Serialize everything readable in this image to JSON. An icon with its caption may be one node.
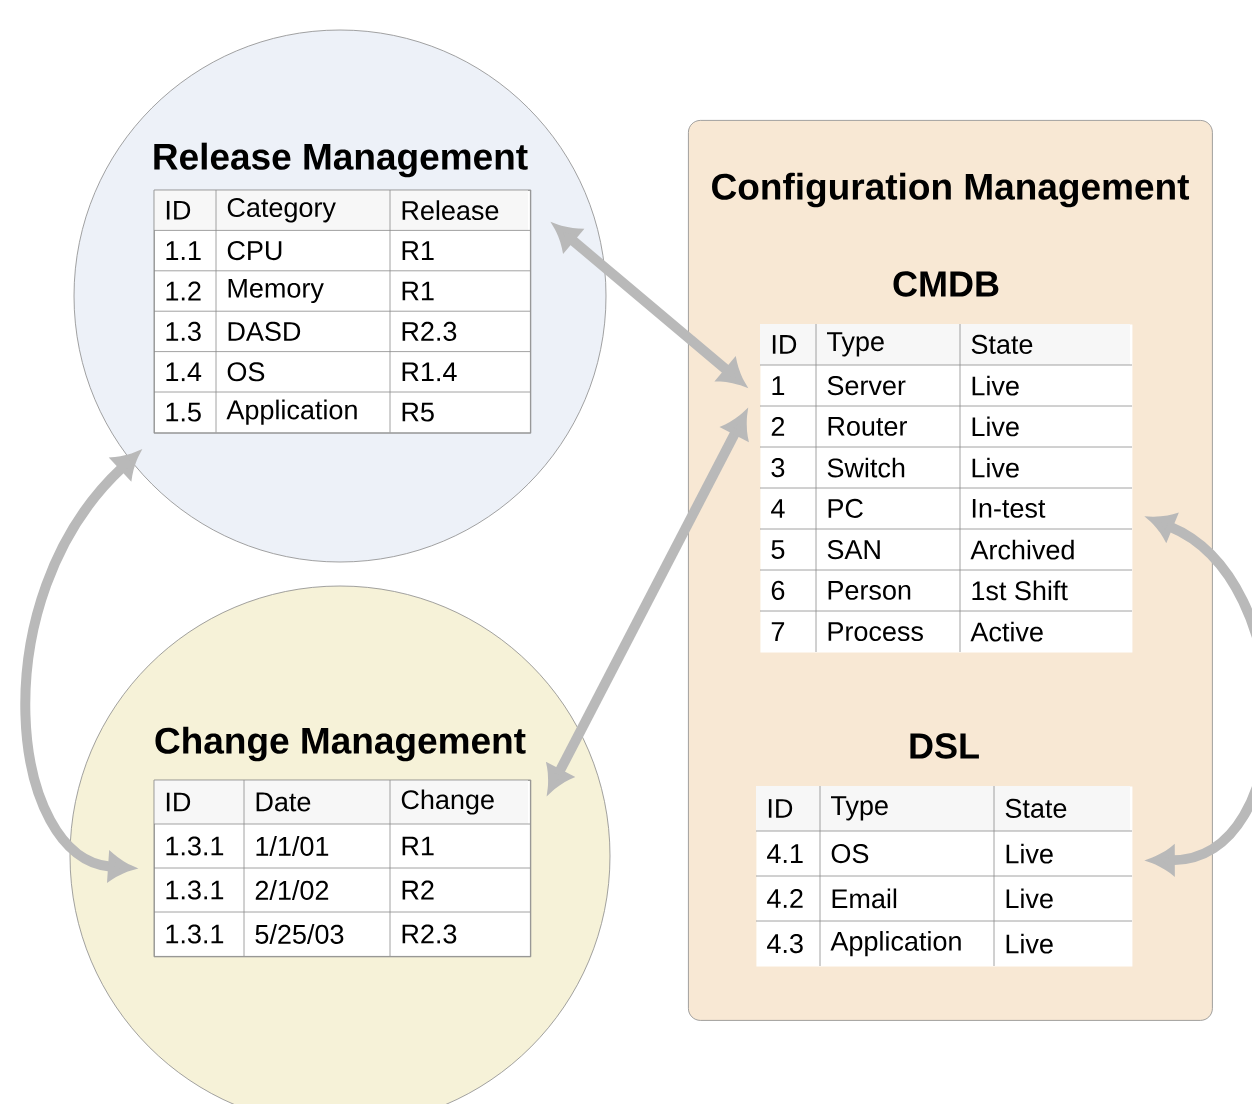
{
  "diagram": {
    "nodes": [
      {
        "text": [
          "Release Management"
        ]
      },
      {
        "text": [],
        "shape": "box",
        "in": 0
      },
      {
        "text": [
          "Change Management"
        ]
      },
      {
        "text": [],
        "shape": "box",
        "in": 2
      },
      {
        "text": [
          "Configuration Management"
        ]
      },
      {
        "text": [
          "CMDB"
        ],
        "in": 4
      },
      {
        "text": [
          "DSL"
        ],
        "in": 4
      }
    ],
    "edges": [
      {
        "from": 1,
        "to": 5,
        "arrow": "both"
      },
      {
        "from": 3,
        "to": 5,
        "arrow": "both"
      },
      {
        "from": 1,
        "to": 3,
        "arrow": "both"
      },
      {
        "from": 5,
        "to": 6,
        "arrow": "both"
      }
    ],
    "labels": [
      "ID",
      "Category",
      "Release",
      "1.1",
      "CPU",
      "R1",
      "1.2",
      "Memory",
      "R1",
      "1.3",
      "DASD",
      "R2.3",
      "1.4",
      "OS",
      "R1.4",
      "1.5",
      "Application",
      "R5",
      "ID",
      "Date",
      "Change",
      "1.3.1",
      "1/1/01",
      "R1",
      "1.3.1",
      "2/1/02",
      "R2",
      "1.3.1",
      "5/25/03",
      "R2.3",
      "ID",
      "Type",
      "State",
      "1",
      "Server",
      "Live",
      "2",
      "Router",
      "Live",
      "3",
      "Switch",
      "Live",
      "4",
      "PC",
      "In-test",
      "5",
      "SAN",
      "Archived",
      "6",
      "Person",
      "1st Shift",
      "7",
      "Process",
      "Active",
      "ID",
      "Type",
      "State",
      "4.1",
      "OS",
      "Live",
      "4.2",
      "Email",
      "Live",
      "4.3",
      "Application",
      "Live"
    ]
  }
}
